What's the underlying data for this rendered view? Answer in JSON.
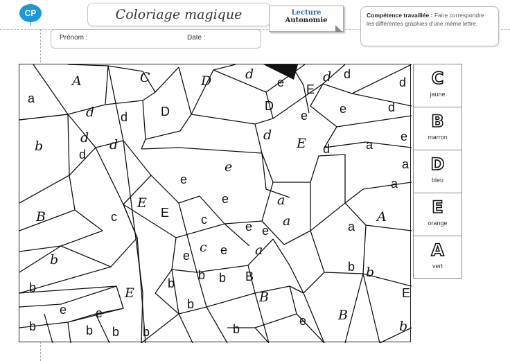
{
  "header": {
    "level": "CP",
    "title": "Coloriage magique",
    "subject": "Lecture",
    "topic": "Autonomie",
    "competence_label": "Compétence travaillée :",
    "competence_text": "Faire correspondre les différentes graphies d'une même lettre."
  },
  "fields": {
    "prenom_label": "Prénom :",
    "date_label": "Date :"
  },
  "legend": [
    {
      "letter": "C",
      "color_name": "jaune"
    },
    {
      "letter": "B",
      "color_name": "marron"
    },
    {
      "letter": "D",
      "color_name": "bleu"
    },
    {
      "letter": "E",
      "color_name": "orange"
    },
    {
      "letter": "A",
      "color_name": "vert"
    }
  ],
  "drawing": {
    "zone_letters": [
      "a",
      "A",
      "C",
      "D",
      "d",
      "e",
      "E",
      "d",
      "d",
      "d",
      "d",
      "d",
      "D",
      "D",
      "e",
      "e",
      "d",
      "b",
      "d",
      "d",
      "d",
      "E",
      "d",
      "a",
      "e",
      "e",
      "a",
      "a",
      "B",
      "E",
      "E",
      "c",
      "c",
      "e",
      "a",
      "a",
      "A",
      "a",
      "e",
      "c",
      "a",
      "b",
      "b",
      "E",
      "e",
      "e",
      "b",
      "B",
      "b",
      "b",
      "e",
      "B",
      "b",
      "e",
      "e",
      "B",
      "e",
      "b",
      "b",
      "b",
      "b",
      "b",
      "b",
      "d",
      "e",
      "E",
      "b",
      "b"
    ]
  }
}
